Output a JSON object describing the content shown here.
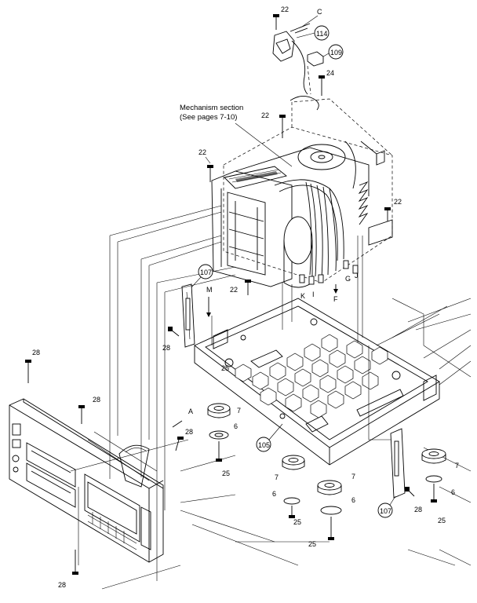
{
  "diagram": {
    "note": {
      "line1": "Mechanism section",
      "line2": "(See pages 7-10)"
    },
    "circled_refs": {
      "r114": "114",
      "r109": "109",
      "r107a": "107",
      "r107b": "107",
      "r105": "105"
    },
    "part_numbers": {
      "n22": "22",
      "n24": "24",
      "n25": "25",
      "n28": "28",
      "n7": "7",
      "n6": "6"
    },
    "connector_letters": {
      "A": "A",
      "C": "C",
      "M": "M",
      "K": "K",
      "I": "I",
      "F": "F",
      "G": "G",
      "J": "J"
    }
  }
}
